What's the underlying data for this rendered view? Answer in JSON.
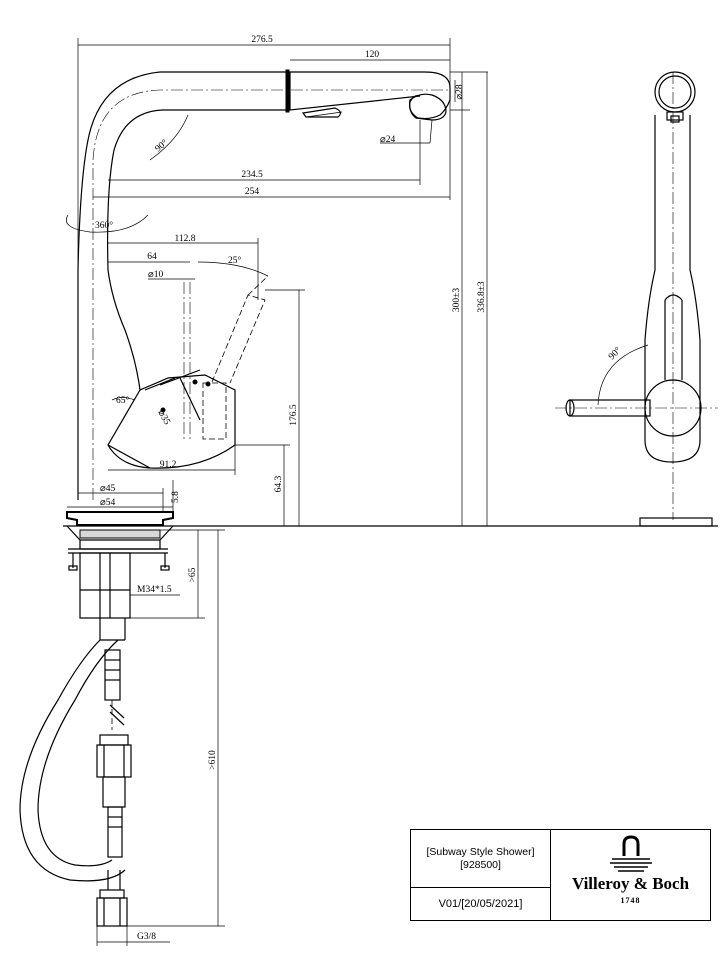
{
  "dimensions": {
    "total_reach": "276.5",
    "spout_head_len": "120",
    "head_dia": "⌀28",
    "aerator_dia": "⌀24",
    "spout_angle": "90°",
    "reach_a": "234.5",
    "reach_b": "254",
    "swivel": "360°",
    "handle_reach": "112.8",
    "handle_offset": "64",
    "handle_dia": "⌀10",
    "handle_angle": "25°",
    "total_height": "300±3",
    "max_height": "336.8±3",
    "handle_height": "176.5",
    "body_angle": "65°",
    "body_dia": "⌀35",
    "body_len": "91.2",
    "body_height": "64.3",
    "base_dia": "⌀45",
    "flange_dia": "⌀54",
    "flange_h": "5.8",
    "shank_len": ">65",
    "thread": "M34*1.5",
    "hose_len": ">610",
    "hose_thread": "G3/8",
    "side_angle": "90°"
  },
  "title_block": {
    "product_name": "[Subway Style Shower]",
    "product_code": "[928500]",
    "version": "V01/[20/05/2021]",
    "brand": "Villeroy & Boch",
    "year": "1748"
  }
}
